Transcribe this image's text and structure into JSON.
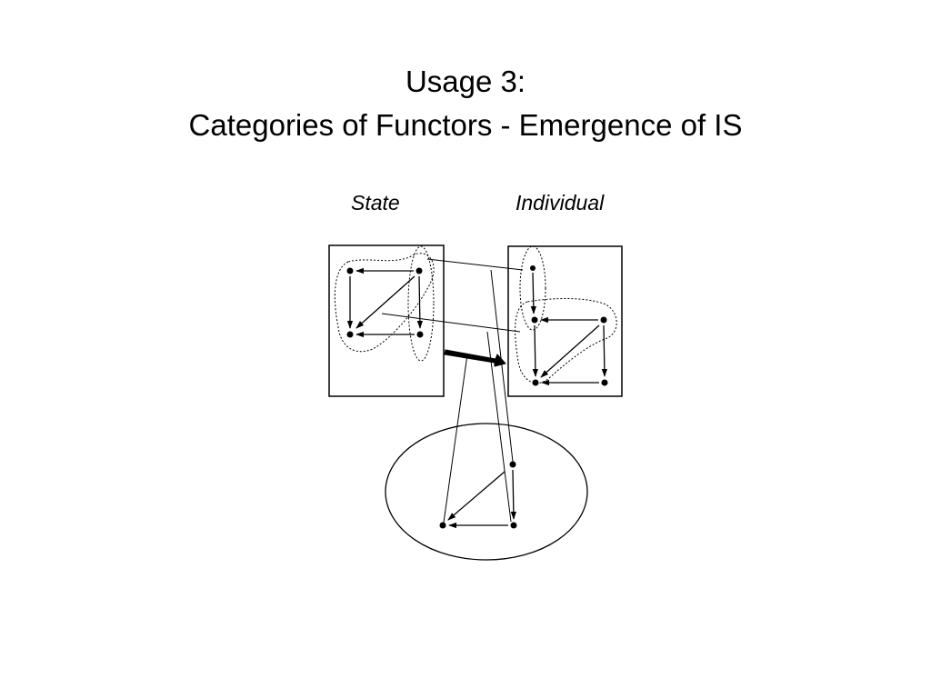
{
  "title": {
    "line1": "Usage 3:",
    "line2": "Categories of Functors - Emergence of IS"
  },
  "labels": {
    "state": "State",
    "individual": "Individual"
  },
  "colors": {
    "ink": "#000000",
    "background": "#ffffff"
  }
}
